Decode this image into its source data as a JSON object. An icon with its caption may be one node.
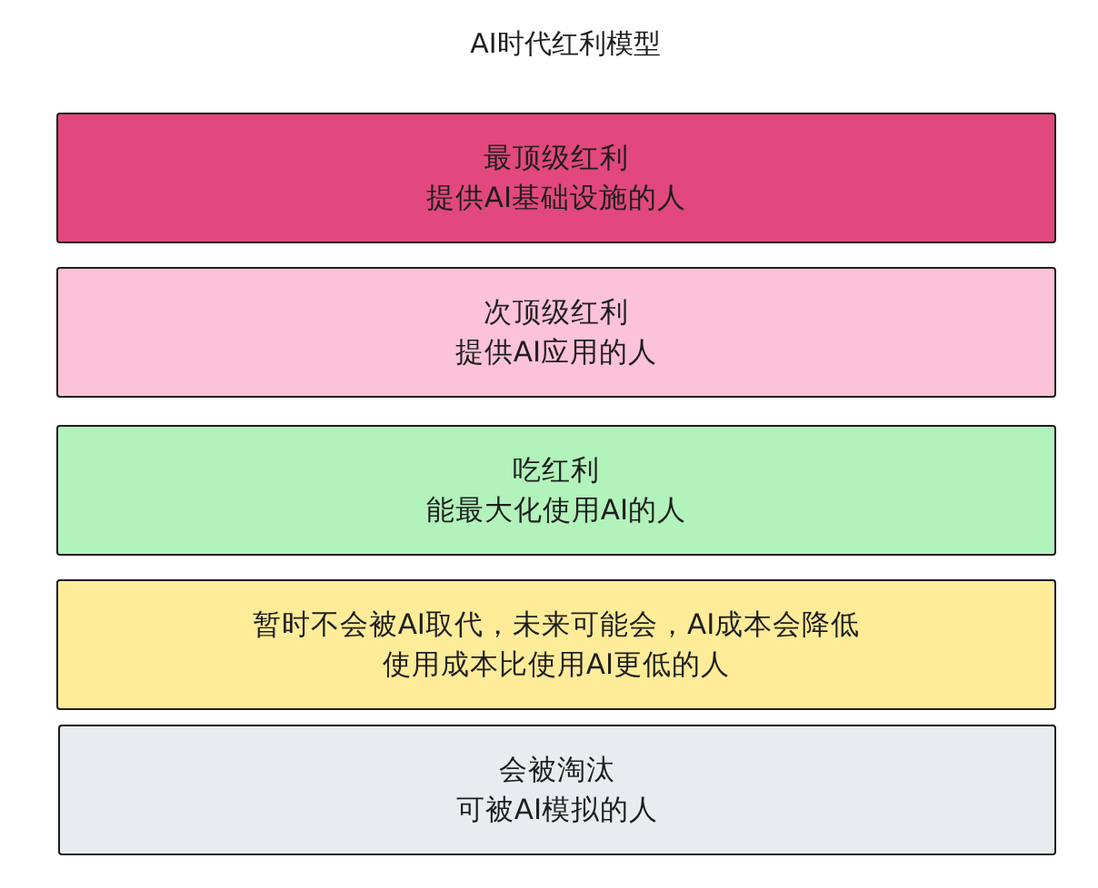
{
  "diagram": {
    "title": "AI时代红利模型",
    "nodes": [
      {
        "text": [
          "最顶级红利",
          "提供AI基础设施的人"
        ]
      },
      {
        "text": [
          "次顶级红利",
          "提供AI应用的人"
        ]
      },
      {
        "text": [
          "吃红利",
          "能最大化使用AI的人"
        ]
      },
      {
        "text": [
          "暂时不会被AI取代，未来可能会，AI成本会降低",
          "使用成本比使用AI更低的人"
        ]
      },
      {
        "text": [
          "会被淘汰",
          "可被AI模拟的人"
        ]
      }
    ],
    "edges": []
  }
}
